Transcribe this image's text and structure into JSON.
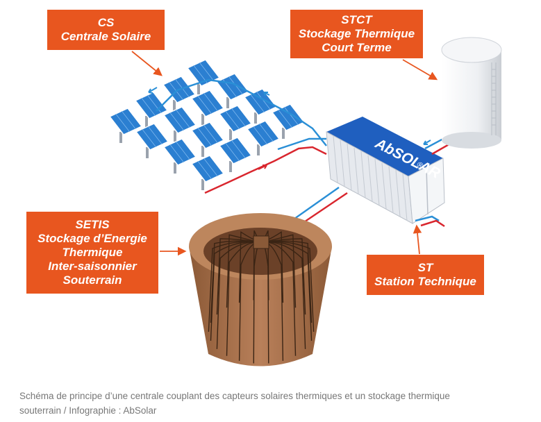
{
  "labels": {
    "cs": {
      "code": "CS",
      "name": "Centrale Solaire"
    },
    "stct": {
      "code": "STCT",
      "line1": "Stockage Thermique",
      "line2": "Court Terme"
    },
    "setis": {
      "code": "SETIS",
      "line1": "Stockage d’Energie",
      "line2": "Thermique",
      "line3": "Inter-saisonnier",
      "line4": "Souterrain"
    },
    "st": {
      "code": "ST",
      "name": "Station Technique"
    }
  },
  "container_brand": "AbSOLAR",
  "container_mark": "®",
  "caption": {
    "line1": "Schéma de principe d’une centrale couplant des capteurs solaires thermiques et un stockage thermique",
    "line2": "souterrain / Infographie : AbSolar"
  },
  "colors": {
    "label_bg": "#e8561f",
    "panel_blue": "#2b7fd1",
    "hot_pipe": "#d9262e",
    "cold_pipe": "#2a8fd6",
    "container_top": "#1f5fbf",
    "earth": "#a9704a",
    "caption_text": "#777777"
  },
  "icons": {
    "arrow": "orange-pointer-arrow",
    "flow": "red-blue-flow-arrow"
  }
}
